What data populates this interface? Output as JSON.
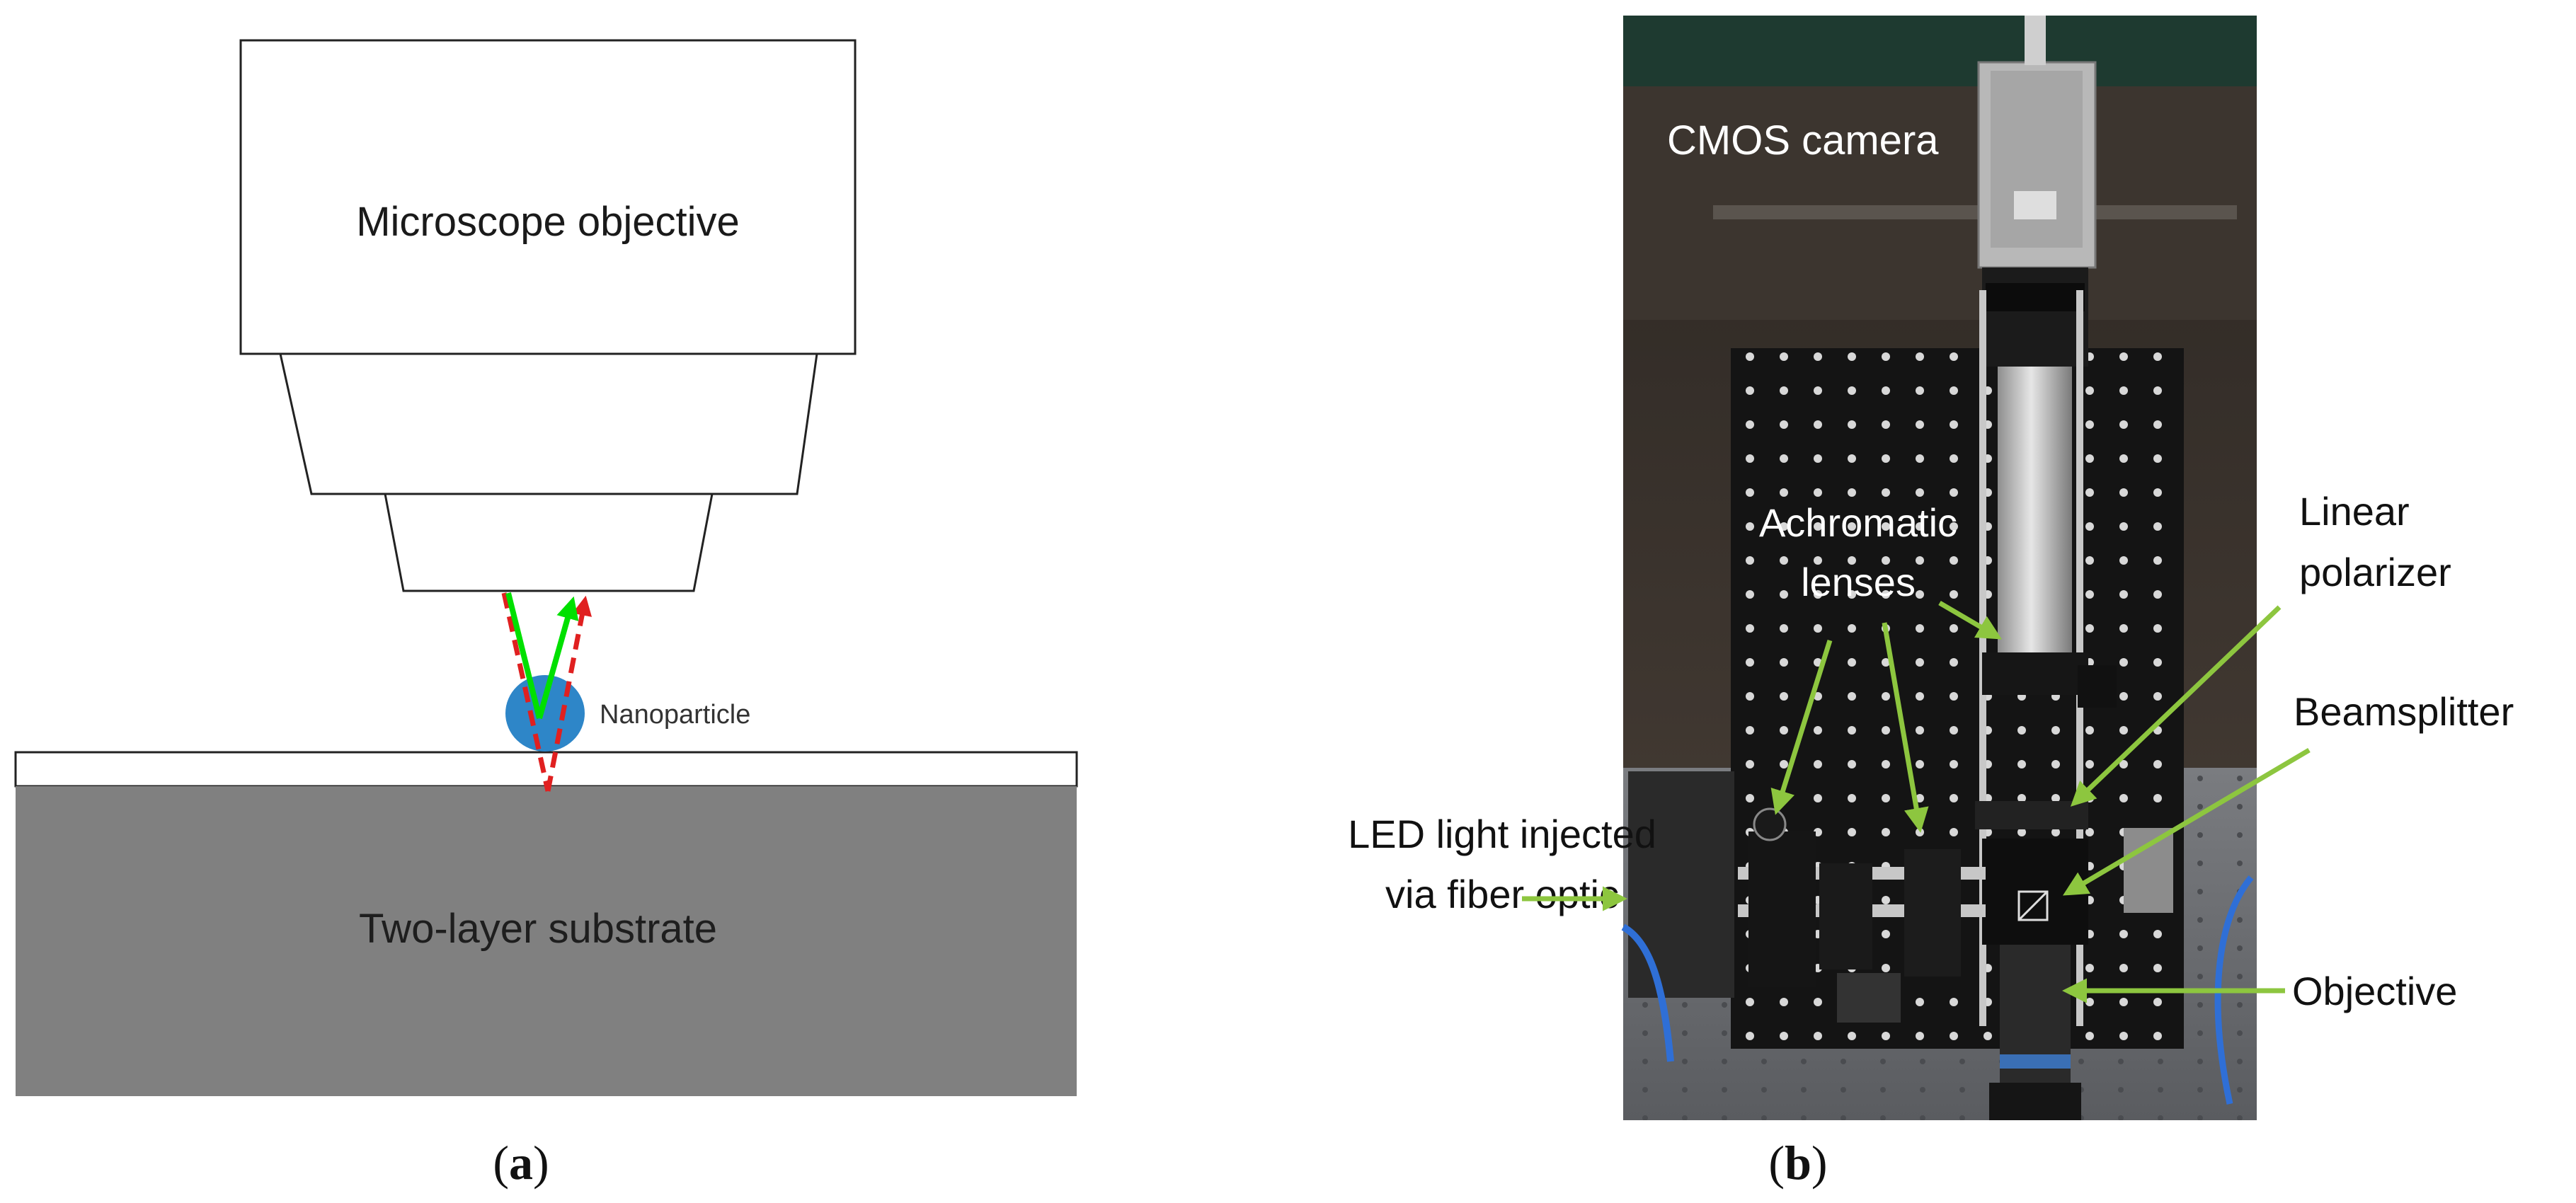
{
  "panel_a": {
    "objective_label": "Microscope objective",
    "particle_label": "Nanoparticle",
    "substrate_label": "Two-layer substrate",
    "caption_open": "(",
    "caption_letter": "a",
    "caption_close": ")"
  },
  "panel_b": {
    "labels": {
      "cmos": "CMOS camera",
      "achromatic_line1": "Achromatic",
      "achromatic_line2": "lenses",
      "linear_line1": "Linear",
      "linear_line2": "polarizer",
      "beamsplitter": "Beamsplitter",
      "led_line1": "LED light injected",
      "led_line2": "via fiber optic",
      "objective": "Objective"
    },
    "caption_open": "(",
    "caption_letter": "b",
    "caption_close": ")"
  },
  "colors": {
    "ray_green": "#00e000",
    "ray_red": "#e02020",
    "particle_blue": "#2e86c8",
    "substrate_gray": "#808080",
    "arrow_green": "#8dc63f"
  }
}
